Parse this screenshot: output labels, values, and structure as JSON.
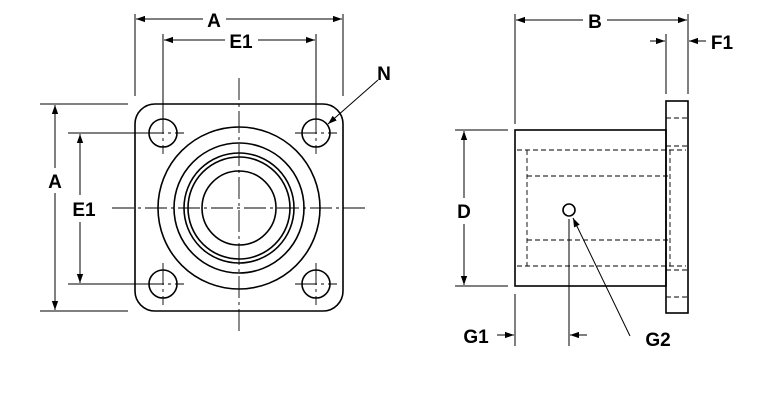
{
  "labels": {
    "front_width": "A",
    "front_hole_spacing_h": "E1",
    "mounting_holes": "N",
    "front_height": "A",
    "front_hole_spacing_v": "E1",
    "side_length": "B",
    "flange_thickness": "F1",
    "body_diameter": "D",
    "lube_hole_offset": "G1",
    "lube_hole": "G2"
  },
  "colors": {
    "ink": "#000000",
    "paper": "#ffffff"
  }
}
